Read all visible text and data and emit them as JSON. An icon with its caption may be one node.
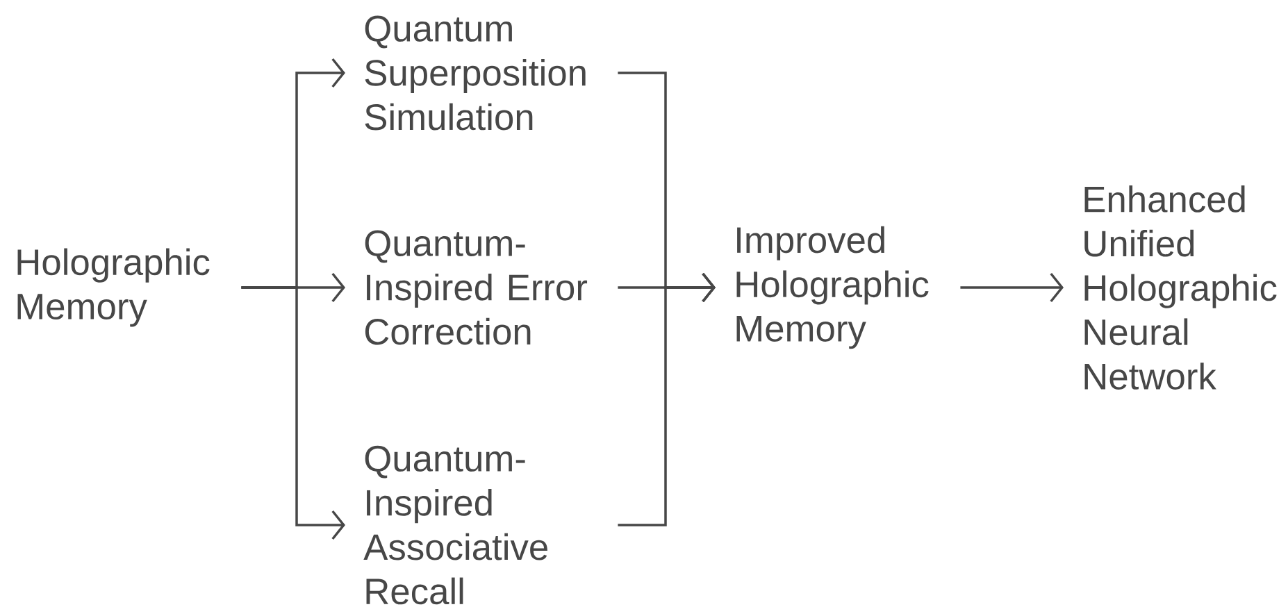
{
  "diagram": {
    "nodes": [
      {
        "text": [
          "Holographic Memory"
        ]
      },
      {
        "text": [
          "Quantum Superposition Simulation"
        ]
      },
      {
        "text": [
          "Quantum-Inspired Error Correction"
        ]
      },
      {
        "text": [
          "Quantum-Inspired Associative Recall"
        ]
      },
      {
        "text": [
          "Improved Holographic Memory"
        ]
      },
      {
        "text": [
          "Enhanced Unified Holographic Neural Network"
        ]
      }
    ],
    "edges": [
      {
        "from": 0,
        "to": 1,
        "arrow": "to"
      },
      {
        "from": 0,
        "to": 2,
        "arrow": "to"
      },
      {
        "from": 0,
        "to": 3,
        "arrow": "to"
      },
      {
        "from": 1,
        "to": 4,
        "arrow": "to"
      },
      {
        "from": 2,
        "to": 4,
        "arrow": "to"
      },
      {
        "from": 3,
        "to": 4,
        "arrow": "to"
      },
      {
        "from": 4,
        "to": 5,
        "arrow": "to"
      }
    ]
  }
}
